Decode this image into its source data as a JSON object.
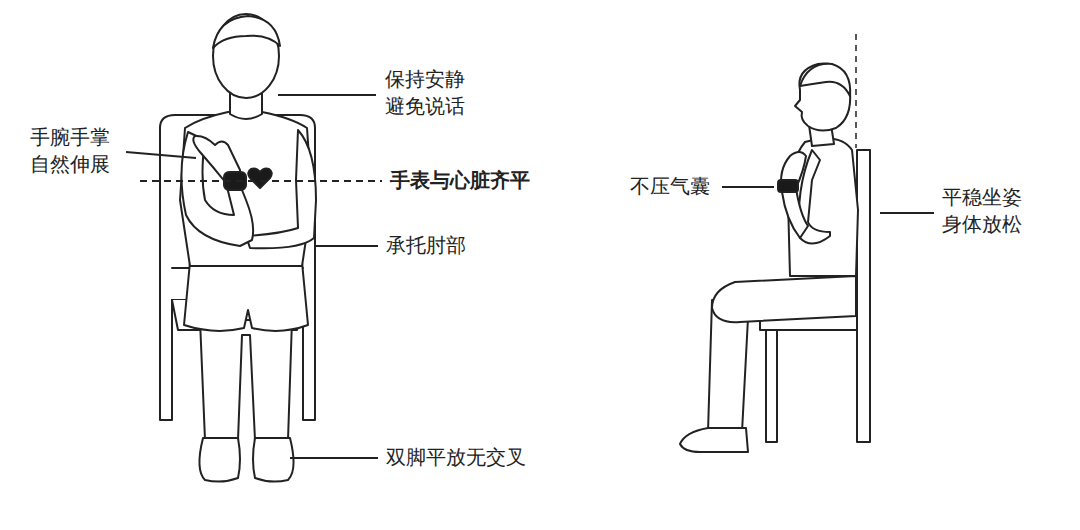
{
  "diagram": {
    "labels": [
      "保持安静 避免说话",
      "手腕手掌 自然伸展",
      "手表与心脏齐平",
      "承托肘部",
      "双脚平放无交叉",
      "不压气囊",
      "平稳坐姿 身体放松"
    ]
  }
}
